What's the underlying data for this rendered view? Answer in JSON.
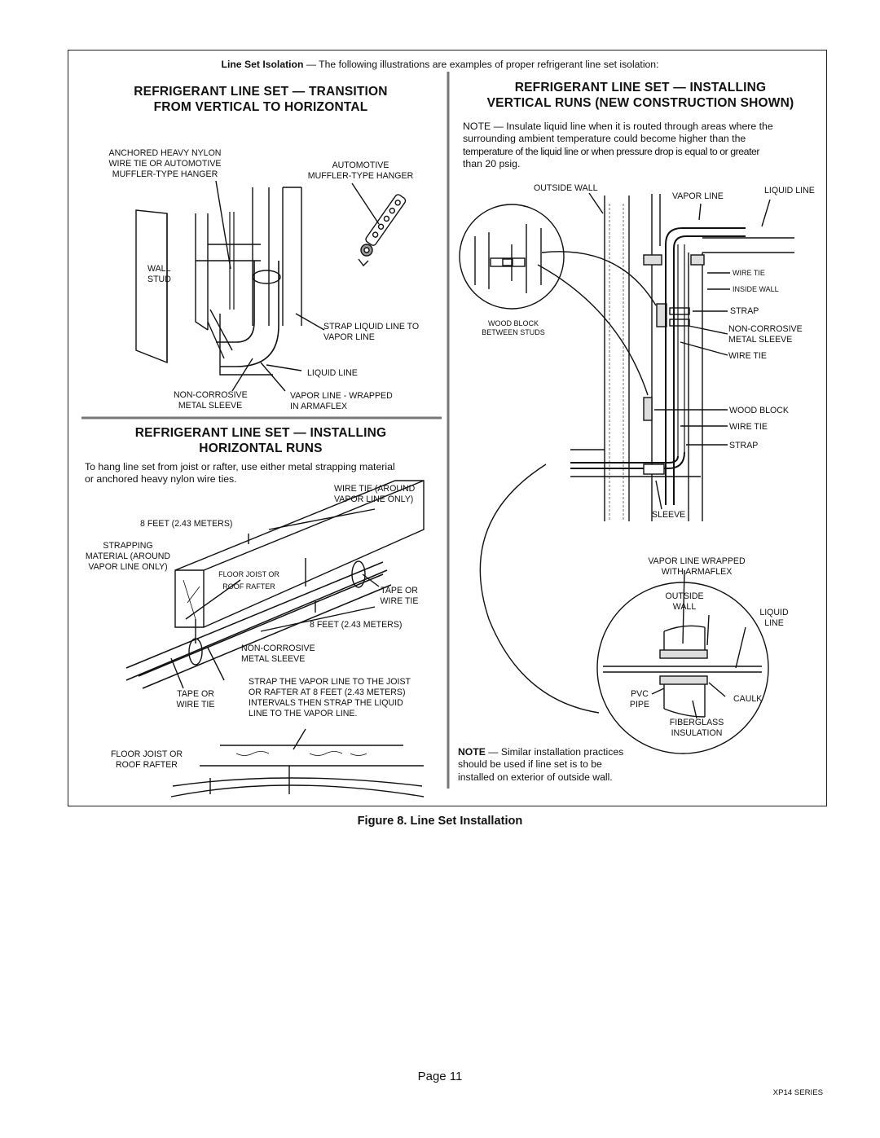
{
  "intro": {
    "bold": "Line Set Isolation",
    "rest": " — The following illustrations are examples of proper refrigerant line set isolation:"
  },
  "transition": {
    "title_line1": "REFRIGERANT LINE SET — TRANSITION",
    "title_line2": "FROM VERTICAL TO HORIZONTAL",
    "labels": {
      "anchored": [
        "ANCHORED HEAVY NYLON",
        "WIRE TIE OR AUTOMOTIVE",
        "MUFFLER-TYPE HANGER"
      ],
      "automotive": [
        "AUTOMOTIVE",
        "MUFFLER-TYPE HANGER"
      ],
      "wall_stud": [
        "WALL",
        "STUD"
      ],
      "strap": [
        "STRAP LIQUID LINE TO",
        "VAPOR LINE"
      ],
      "liquid_line": "LIQUID LINE",
      "sleeve": [
        "NON-CORROSIVE",
        "METAL SLEEVE"
      ],
      "vapor_wrapped": [
        "VAPOR LINE - WRAPPED",
        "IN ARMAFLEX"
      ]
    }
  },
  "horizontal": {
    "title_line1": "REFRIGERANT LINE SET — INSTALLING",
    "title_line2": "HORIZONTAL RUNS",
    "paragraph_line1": "To hang line set from joist or rafter, use either metal strapping material",
    "paragraph_line2": "or anchored heavy nylon wire ties.",
    "labels": {
      "wire_tie_around": [
        "WIRE TIE (AROUND",
        "VAPOR LINE ONLY)"
      ],
      "feet1": "8 FEET (2.43 METERS)",
      "strapping": [
        "STRAPPING",
        "MATERIAL (AROUND",
        "VAPOR LINE ONLY)"
      ],
      "floor_joist_small": [
        "FLOOR JOIST OR",
        "ROOF RAFTER"
      ],
      "tape_wire_right": [
        "TAPE OR",
        "WIRE TIE"
      ],
      "feet2": "8 FEET (2.43 METERS)",
      "sleeve": [
        "NON-CORROSIVE",
        "METAL SLEEVE"
      ],
      "tape_wire_left": [
        "TAPE OR",
        "WIRE TIE"
      ],
      "strap_note": [
        "STRAP THE VAPOR LINE TO THE JOIST",
        "OR RAFTER AT 8 FEET (2.43 METERS)",
        "INTERVALS THEN STRAP THE LIQUID",
        "LINE TO THE VAPOR LINE."
      ],
      "floor_joist": [
        "FLOOR JOIST OR",
        "ROOF RAFTER"
      ]
    }
  },
  "vertical": {
    "title_line1": "REFRIGERANT LINE SET — INSTALLING",
    "title_line2": "VERTICAL RUNS (NEW CONSTRUCTION SHOWN)",
    "note_lines": [
      "NOTE — Insulate liquid line when it is routed through areas where the",
      "surrounding ambient temperature could become higher than the",
      "temperature of the liquid line or when pressure drop is equal to or greater",
      "than 20 psig."
    ],
    "labels": {
      "outside_wall": "OUTSIDE WALL",
      "vapor_line": "VAPOR LINE",
      "liquid_line": "LIQUID LINE",
      "wire_tie_sm": "WIRE TIE",
      "inside_wall": "INSIDE WALL",
      "strap1": "STRAP",
      "sleeve": [
        "NON-CORROSIVE",
        "METAL SLEEVE"
      ],
      "wire_tie2": "WIRE TIE",
      "wood_block_between": [
        "WOOD BLOCK",
        "BETWEEN STUDS"
      ],
      "wood_block": "WOOD BLOCK",
      "wire_tie3": "WIRE TIE",
      "strap2": "STRAP",
      "sleeve_bottom": "SLEEVE",
      "vapor_wrapped": [
        "VAPOR LINE WRAPPED",
        "WITH ARMAFLEX"
      ],
      "outside_wall2": [
        "OUTSIDE",
        "WALL"
      ],
      "liquid_line2": [
        "LIQUID",
        "LINE"
      ],
      "pvc_pipe": [
        "PVC",
        "PIPE"
      ],
      "caulk": "CAULK",
      "fiberglass": [
        "FIBERGLASS",
        "INSULATION"
      ]
    },
    "bottom_note_bold": "NOTE",
    "bottom_note_lines": [
      " — Similar installation practices",
      "should be used if line set is to be",
      "installed on exterior of outside wall."
    ]
  },
  "caption": "Figure 8. Line Set Installation",
  "page": "Page 11",
  "series": "XP14 SERIES"
}
